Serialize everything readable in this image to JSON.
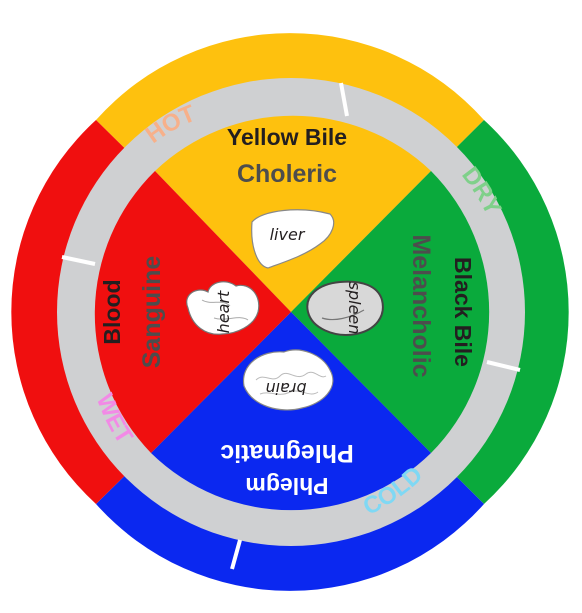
{
  "quadrants": {
    "top": {
      "humor": "Yellow Bile",
      "temperament": "Choleric",
      "organ": "liver",
      "color": "#fec10e",
      "text_color": "#231f20",
      "temperament_color": "#4d4d4d"
    },
    "right": {
      "humor": "Black Bile",
      "temperament": "Melancholic",
      "organ": "spleen",
      "color": "#0aaa3c",
      "text_color": "#231f20",
      "temperament_color": "#4d4d4d"
    },
    "bottom": {
      "humor": "Phlegm",
      "temperament": "Phlegmatic",
      "organ": "brain",
      "color": "#0b28f0",
      "text_color": "#ffffff",
      "temperament_color": "#ffffff"
    },
    "left": {
      "humor": "Blood",
      "temperament": "Sanguine",
      "organ": "heart",
      "color": "#f00f0f",
      "text_color": "#231f20",
      "temperament_color": "#4d4d4d"
    }
  },
  "qualities": {
    "hot": {
      "label": "HOT",
      "color": "#f7b08a"
    },
    "dry": {
      "label": "DRY",
      "color": "#7fd08a"
    },
    "cold": {
      "label": "COLD",
      "color": "#7fd8f4"
    },
    "wet": {
      "label": "WET",
      "color": "#f28ae6"
    }
  },
  "ring_color": "#cfd0d2"
}
